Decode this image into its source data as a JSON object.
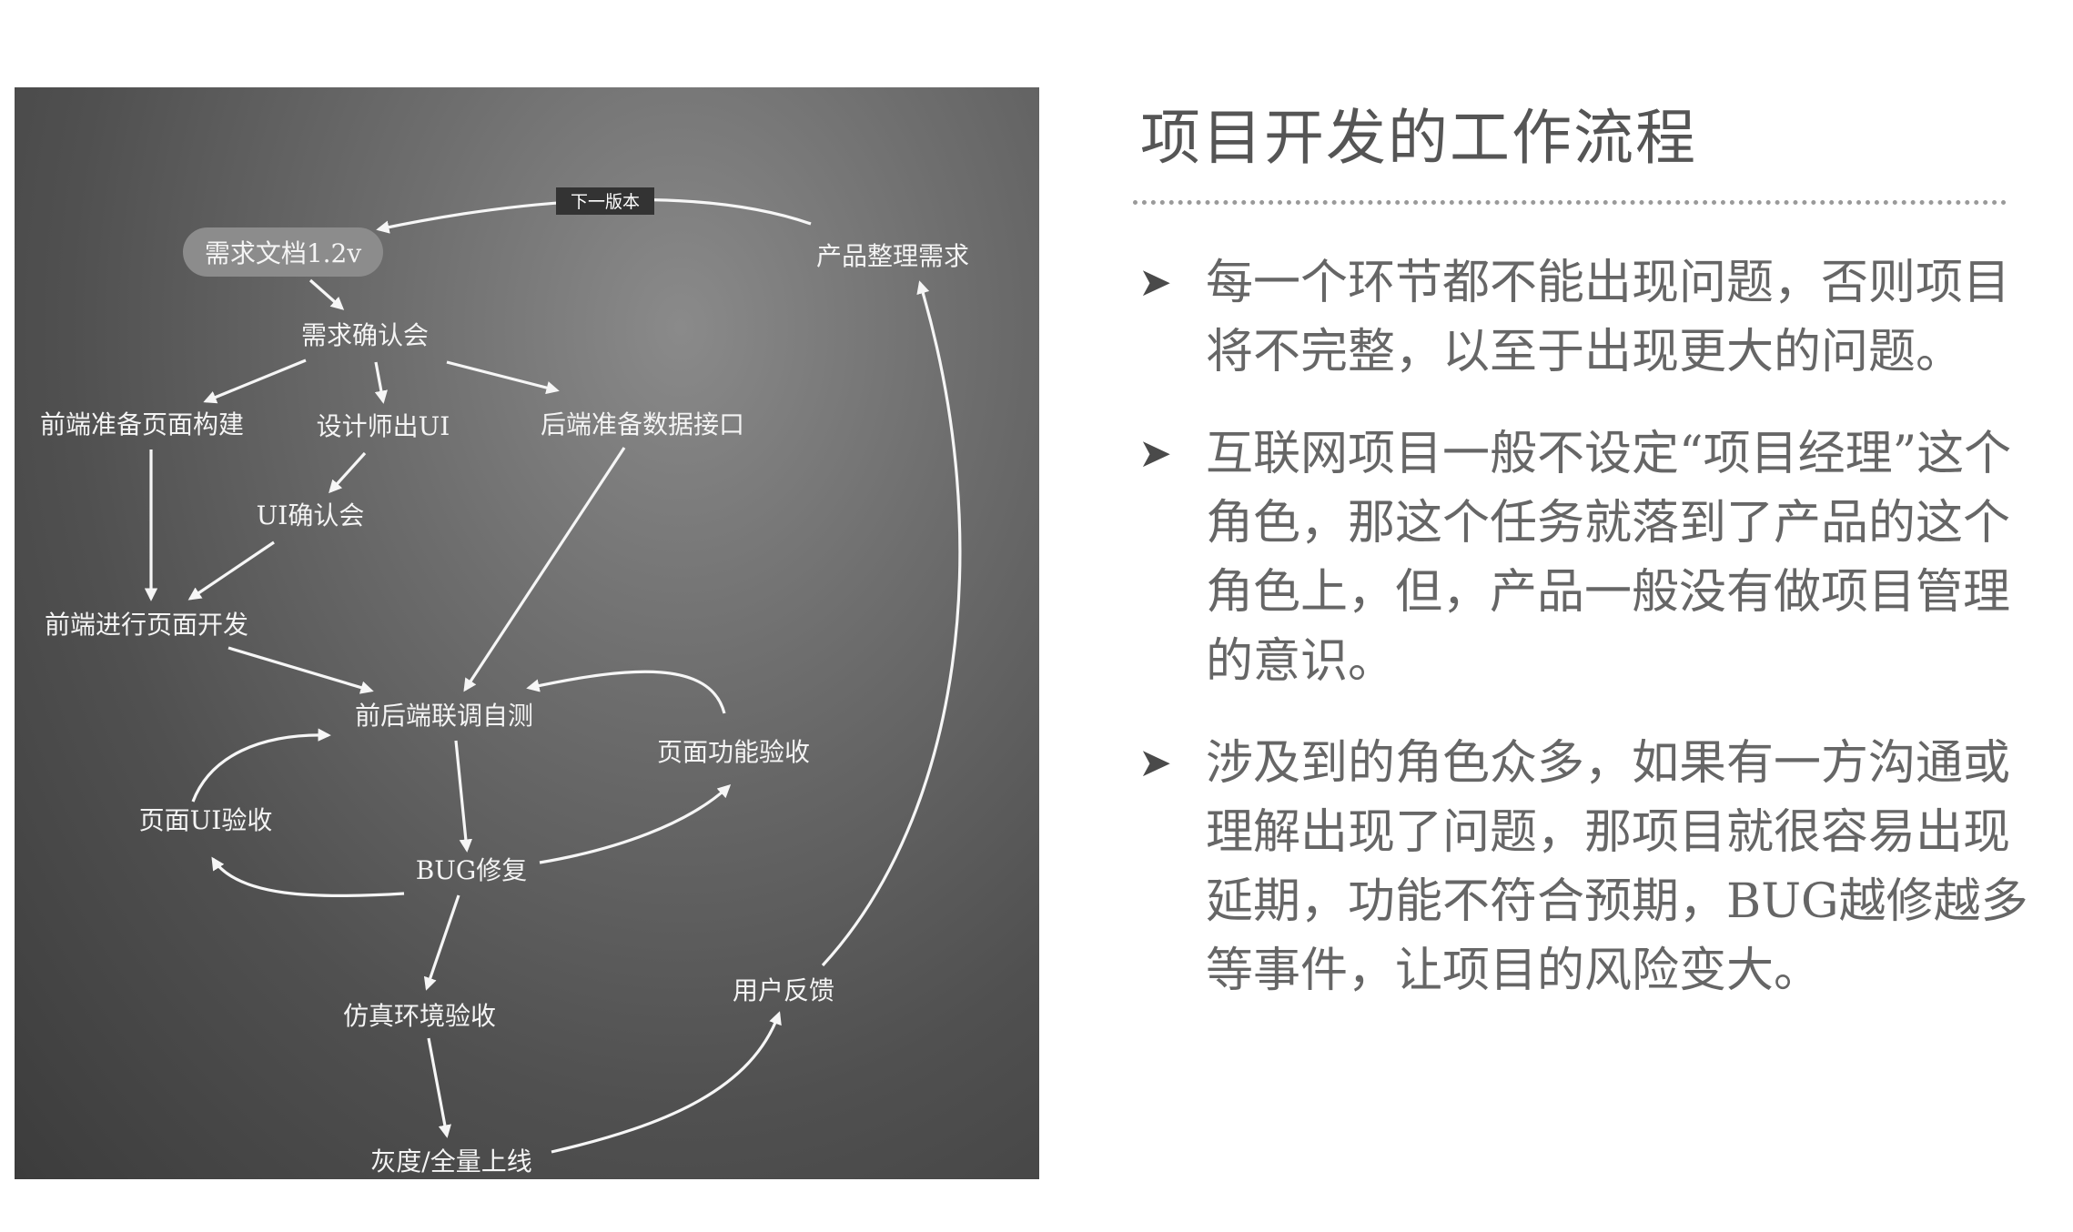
{
  "title": "项目开发的工作流程",
  "diagram": {
    "loop_tag": "下一版本",
    "nodes": {
      "requirement_doc": "需求文档1.2v",
      "product_requirements": "产品整理需求",
      "requirement_review": "需求确认会",
      "frontend_prepare": "前端准备页面构建",
      "designer_ui": "设计师出UI",
      "backend_prepare": "后端准备数据接口",
      "ui_review": "UI确认会",
      "frontend_develop": "前端进行页面开发",
      "integration_test": "前后端联调自测",
      "page_function_check": "页面功能验收",
      "page_ui_check": "页面UI验收",
      "bug_fix": "BUG修复",
      "staging_check": "仿真环境验收",
      "user_feedback": "用户反馈",
      "release": "灰度/全量上线"
    }
  },
  "bullets": [
    "每一个环节都不能出现问题，否则项目将不完整，以至于出现更大的问题。",
    "互联网项目一般不设定“项目经理”这个角色，那这个任务就落到了产品的这个角色上，但，产品一般没有做项目管理的意识。",
    "涉及到的角色众多，如果有一方沟通或理解出现了问题，那项目就很容易出现延期，功能不符合预期，BUG越修越多等事件，让项目的风险变大。"
  ],
  "bullet_icon": "arrowhead-bullet-icon"
}
